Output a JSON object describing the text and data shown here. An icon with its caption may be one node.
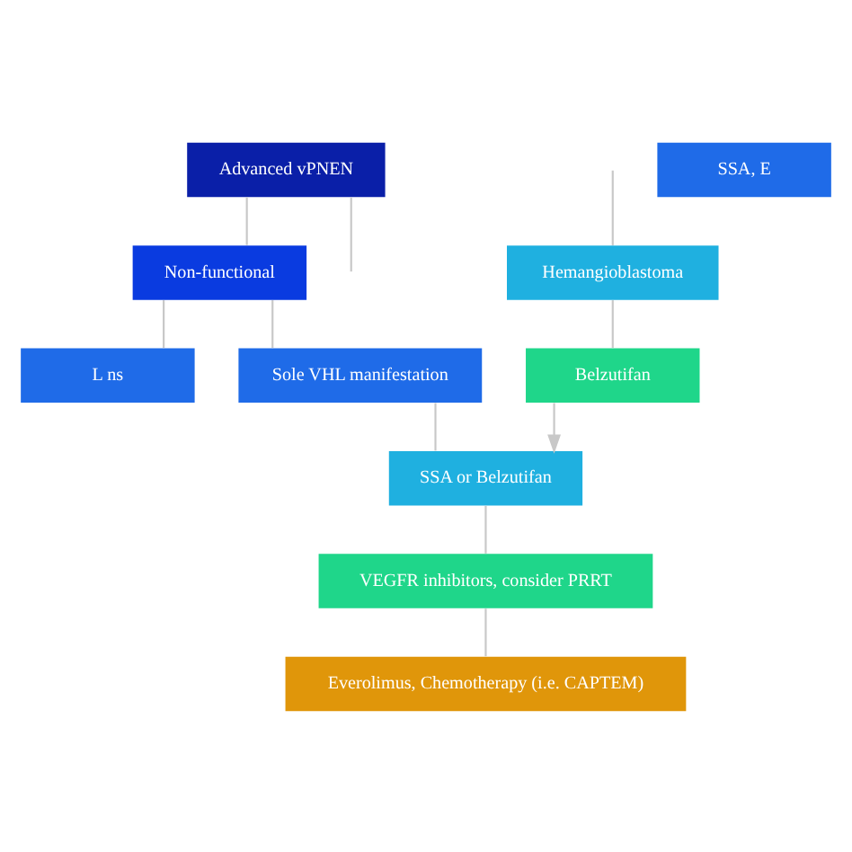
{
  "diagram": {
    "nodes": [
      {
        "text": [
          "Advanced vPNEN"
        ]
      },
      {
        "text": [
          "Non-functional"
        ]
      },
      {
        "text": [
          "L ns"
        ]
      },
      {
        "text": [
          "Sole VHL manifestation"
        ]
      },
      {
        "text": [
          "SSA, E"
        ]
      },
      {
        "text": [
          "Hemangioblastoma"
        ]
      },
      {
        "text": [
          "SSA or Belzutifan"
        ]
      },
      {
        "text": [
          "Belzutifan"
        ]
      },
      {
        "text": [
          "VEGFR inhibitors, consider PRRT"
        ]
      },
      {
        "text": [
          "Everolimus, Chemotherapy (i.e. CAPTEM)"
        ]
      }
    ],
    "edges": [
      {
        "from": 0,
        "to": 1,
        "arrow": "none"
      },
      {
        "from": 0,
        "to": null,
        "arrow": "none"
      },
      {
        "from": 1,
        "to": 2,
        "arrow": "none"
      },
      {
        "from": 1,
        "to": 3,
        "arrow": "none"
      },
      {
        "from": null,
        "to": 5,
        "arrow": "none"
      },
      {
        "from": 3,
        "to": 6,
        "arrow": "none"
      },
      {
        "from": 5,
        "to": 7,
        "arrow": "none"
      },
      {
        "from": 7,
        "to": 6,
        "arrow": "to"
      },
      {
        "from": 6,
        "to": 8,
        "arrow": "none"
      },
      {
        "from": 8,
        "to": 9,
        "arrow": "none"
      }
    ]
  }
}
